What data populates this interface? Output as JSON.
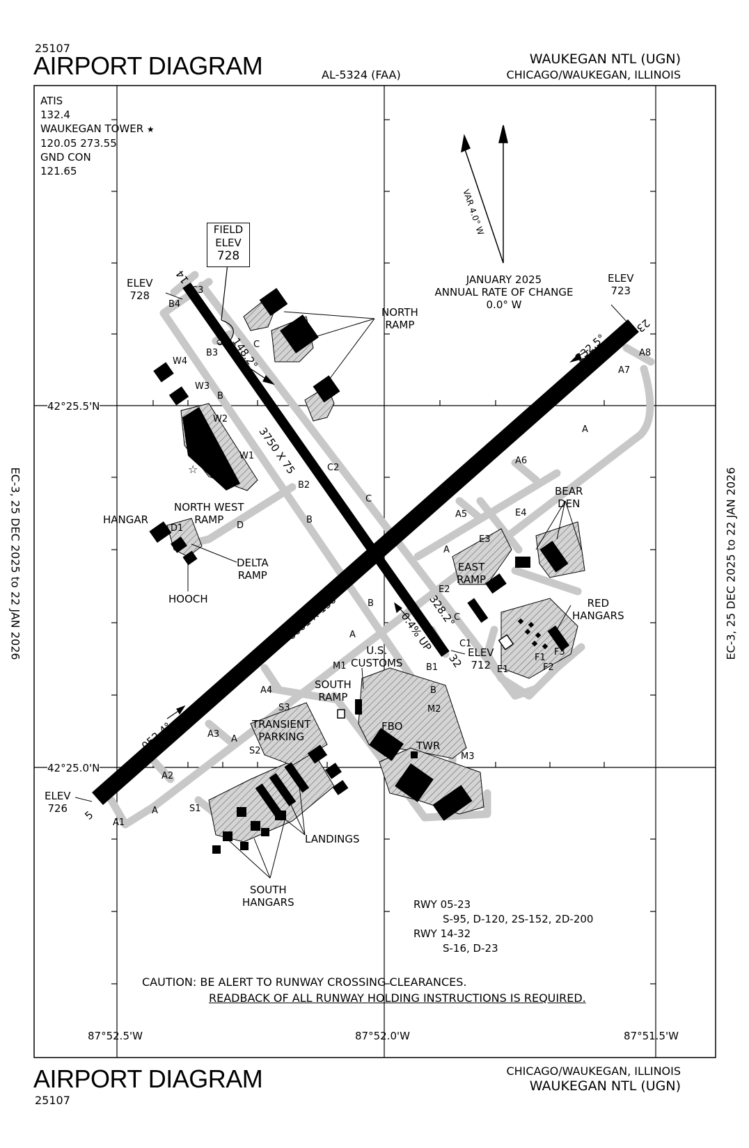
{
  "header": {
    "code_top": "25107",
    "title_top": "AIRPORT DIAGRAM",
    "doc_id": "AL-5324 (FAA)",
    "airport_top": "WAUKEGAN NTL (UGN)",
    "city_top": "CHICAGO/WAUKEGAN, ILLINOIS"
  },
  "footer": {
    "code_bottom": "25107",
    "title_bottom": "AIRPORT DIAGRAM",
    "city_bottom": "CHICAGO/WAUKEGAN, ILLINOIS",
    "airport_bottom": "WAUKEGAN NTL (UGN)"
  },
  "validity": {
    "left": "EC-3,  25 DEC 2025  to  22 JAN 2026",
    "right": "EC-3,  25 DEC 2025  to  22 JAN 2026"
  },
  "frequencies": {
    "atis_label": "ATIS",
    "atis_freq": "132.4",
    "tower_label": "WAUKEGAN TOWER",
    "tower_star": "★",
    "tower_freq": "120.05  273.55",
    "gnd_label": "GND CON",
    "gnd_freq": "121.65"
  },
  "field_elev": {
    "line1": "FIELD",
    "line2": "ELEV",
    "line3": "728"
  },
  "variation": {
    "label": "VAR 4.0° W",
    "date": "JANUARY 2025",
    "rate_label": "ANNUAL RATE OF CHANGE",
    "rate": "0.0° W"
  },
  "grid": {
    "lat_north": "42°25.5'N",
    "lat_south": "42°25.0'N",
    "lon_west": "87°52.5'W",
    "lon_mid": "87°52.0'W",
    "lon_east": "87°51.5'W"
  },
  "runways": {
    "rwy_05_23": {
      "dims": "6001 X 150",
      "hdg_05": "052.4°",
      "hdg_23": "232.5°",
      "end_05": "5",
      "end_23": "23"
    },
    "rwy_14_32": {
      "dims": "3750 X 75",
      "hdg_14": "148.2°",
      "hdg_32": "328.2°",
      "end_14": "14",
      "end_32": "32",
      "slope": "0.4% UP"
    }
  },
  "elevations": {
    "e_14": {
      "label": "ELEV",
      "value": "728"
    },
    "e_23": {
      "label": "ELEV",
      "value": "723"
    },
    "e_05": {
      "label": "ELEV",
      "value": "726"
    },
    "e_32": {
      "label": "ELEV",
      "value": "712"
    }
  },
  "areas": {
    "north_ramp": [
      "NORTH",
      "RAMP"
    ],
    "northwest_ramp": [
      "NORTH WEST",
      "RAMP"
    ],
    "hangar": "HANGAR",
    "delta_ramp": [
      "DELTA",
      "RAMP"
    ],
    "hooch": "HOOCH",
    "bear_den": [
      "BEAR",
      "DEN"
    ],
    "east_ramp": [
      "EAST",
      "RAMP"
    ],
    "red_hangars": [
      "RED",
      "HANGARS"
    ],
    "us_customs": [
      "U.S.",
      "CUSTOMS"
    ],
    "south_ramp": [
      "SOUTH",
      "RAMP"
    ],
    "transient_parking": [
      "TRANSIENT",
      "PARKING"
    ],
    "fbo": "FBO",
    "twr": "TWR",
    "landings": "LANDINGS",
    "south_hangars": [
      "SOUTH",
      "HANGARS"
    ]
  },
  "taxiways": [
    "A",
    "A1",
    "A2",
    "A3",
    "A4",
    "A5",
    "A6",
    "A7",
    "A8",
    "B",
    "B1",
    "B2",
    "B3",
    "B4",
    "C",
    "C1",
    "C2",
    "C3",
    "D",
    "D1",
    "E1",
    "E2",
    "E3",
    "E4",
    "F1",
    "F2",
    "F3",
    "M1",
    "M2",
    "M3",
    "S1",
    "S2",
    "S3",
    "W1",
    "W2",
    "W3",
    "W4"
  ],
  "strength": {
    "rwy1": "RWY 05-23",
    "rwy1_vals": "S-95, D-120, 2S-152, 2D-200",
    "rwy2": "RWY 14-32",
    "rwy2_vals": "S-16, D-23"
  },
  "caution": {
    "line1": "CAUTION: BE ALERT TO RUNWAY CROSSING CLEARANCES.",
    "line2": "READBACK OF ALL RUNWAY HOLDING INSTRUCTIONS IS REQUIRED."
  }
}
